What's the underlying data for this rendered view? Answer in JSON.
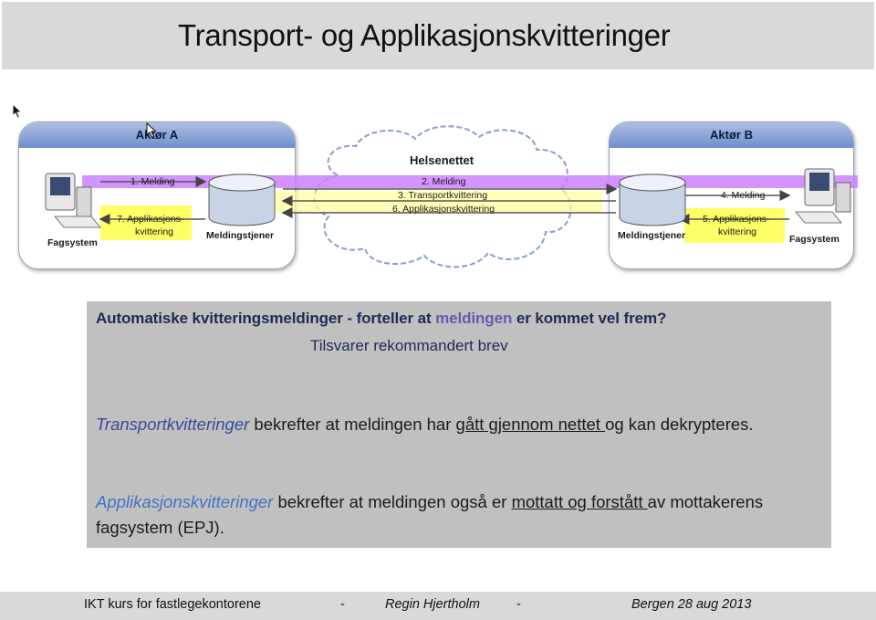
{
  "title": "Transport- og Applikasjonskvitteringer",
  "diagram": {
    "actor_a": {
      "title": "Aktør A",
      "fagsystem": "Fagsystem",
      "meldingstjener": "Meldingstjener"
    },
    "actor_b": {
      "title": "Aktør B",
      "fagsystem": "Fagsystem",
      "meldingstjener": "Meldingstjener"
    },
    "network": {
      "title": "Helsenettet"
    },
    "steps": {
      "s1": "1. Melding",
      "s2": "2. Melding",
      "s3": "3. Transportkvittering",
      "s4": "4. Melding",
      "s5a": "5. Applikasjons-",
      "s5b": "kvittering",
      "s6": "6. Applikasjonskvittering",
      "s7a": "7. Applikasjons-",
      "s7b": "kvittering"
    },
    "colors": {
      "message_band": "#cc80ff",
      "receipt_band": "#ffff66",
      "panel_header": "#7b96cf"
    }
  },
  "info": {
    "question_pre": "Automatiske kvitteringsmeldinger - forteller at ",
    "question_hl": "meldingen",
    "question_post": " er kommet vel frem?",
    "subline": "Tilsvarer rekommandert brev",
    "p1_term": "Transportkvitteringer",
    "p1_pre": " bekrefter at meldingen har ",
    "p1_ul": "gått gjennom nettet ",
    "p1_post": "og kan dekrypteres.",
    "p2_term": "Applikasjonskvitteringer",
    "p2_pre": " bekrefter at meldingen også er ",
    "p2_ul": "mottatt og forstått ",
    "p2_post": "av mottakerens fagsystem (EPJ)."
  },
  "footer": {
    "left": "IKT kurs for fastlegekontorene",
    "dash1": "-",
    "middle": "Regin Hjertholm",
    "dash2": "-",
    "right": "Bergen  28 aug 2013"
  }
}
